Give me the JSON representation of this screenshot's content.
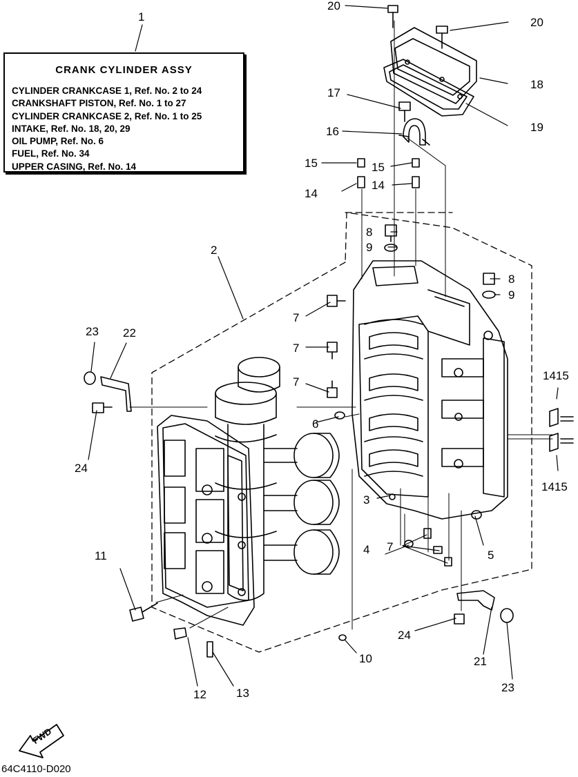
{
  "legend": {
    "title": "CRANK CYLINDER ASSY",
    "lines": [
      "CYLINDER CRANKCASE 1,  Ref. No. 2 to 24",
      "CRANKSHAFT PISTON,  Ref. No. 1 to 27",
      "CYLINDER CRANKCASE 2,  Ref. No. 1 to 25",
      "INTAKE,  Ref. No. 18, 20, 29",
      "OIL PUMP,  Ref. No. 6",
      "FUEL,  Ref. No. 34",
      "UPPER CASING,  Ref. No. 14"
    ]
  },
  "callouts": [
    {
      "id": "c1",
      "label": "1"
    },
    {
      "id": "c2",
      "label": "2"
    },
    {
      "id": "c3",
      "label": "3"
    },
    {
      "id": "c4",
      "label": "4"
    },
    {
      "id": "c5",
      "label": "5"
    },
    {
      "id": "c6",
      "label": "6"
    },
    {
      "id": "c7a",
      "label": "7"
    },
    {
      "id": "c7b",
      "label": "7"
    },
    {
      "id": "c7c",
      "label": "7"
    },
    {
      "id": "c7d",
      "label": "7"
    },
    {
      "id": "c8a",
      "label": "8"
    },
    {
      "id": "c8b",
      "label": "8"
    },
    {
      "id": "c9a",
      "label": "9"
    },
    {
      "id": "c9b",
      "label": "9"
    },
    {
      "id": "c10",
      "label": "10"
    },
    {
      "id": "c11",
      "label": "11"
    },
    {
      "id": "c12",
      "label": "12"
    },
    {
      "id": "c13",
      "label": "13"
    },
    {
      "id": "c14a",
      "label": "14"
    },
    {
      "id": "c14b",
      "label": "14"
    },
    {
      "id": "c15a",
      "label": "15"
    },
    {
      "id": "c15b",
      "label": "15"
    },
    {
      "id": "c16",
      "label": "16"
    },
    {
      "id": "c17",
      "label": "17"
    },
    {
      "id": "c18",
      "label": "18"
    },
    {
      "id": "c19",
      "label": "19"
    },
    {
      "id": "c20a",
      "label": "20"
    },
    {
      "id": "c20b",
      "label": "20"
    },
    {
      "id": "c21",
      "label": "21"
    },
    {
      "id": "c22",
      "label": "22"
    },
    {
      "id": "c23a",
      "label": "23"
    },
    {
      "id": "c23b",
      "label": "23"
    },
    {
      "id": "c24a",
      "label": "24"
    },
    {
      "id": "c24b",
      "label": "24"
    },
    {
      "id": "c1415a",
      "label": "1415"
    },
    {
      "id": "c1415b",
      "label": "1415"
    }
  ],
  "fwd_label": "FWD",
  "drawing_code": "64C4110-D020"
}
